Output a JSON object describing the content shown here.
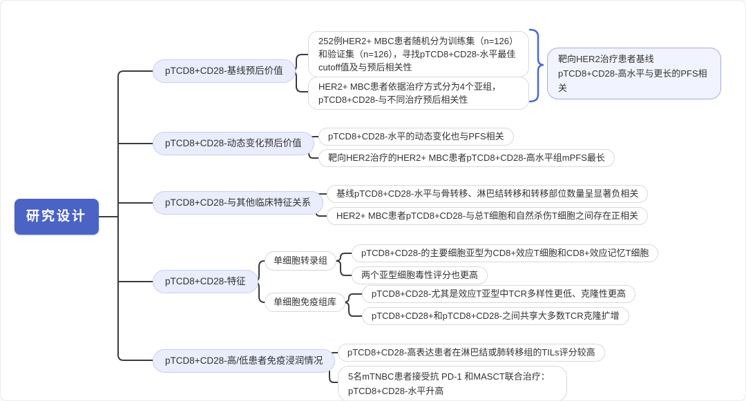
{
  "mindmap": {
    "root_label": "研究设计",
    "branches": [
      {
        "label": "pTCD8+CD28-基线预后价值",
        "children": [
          {
            "label": "252例HER2+ MBC患者随机分为训练集（n=126）和验证集（n=126），寻找pTCD8+CD28-水平最佳cutoff值及与预后相关性"
          },
          {
            "label": "HER2+ MBC患者依据治疗方式分为4个亚组，pTCD8+CD28-与不同治疗预后相关性"
          }
        ],
        "summary": "靶向HER2治疗患者基线pTCD8+CD28-高水平与更长的PFS相关"
      },
      {
        "label": "pTCD8+CD28-动态变化预后价值",
        "children": [
          {
            "label": "pTCD8+CD28-水平的动态变化也与PFS相关"
          },
          {
            "label": "靶向HER2治疗的HER2+ MBC患者pTCD8+CD28-高水平组mPFS最长"
          }
        ]
      },
      {
        "label": "pTCD8+CD28-与其他临床特征关系",
        "children": [
          {
            "label": "基线pTCD8+CD28-水平与骨转移、淋巴结转移和转移部位数量呈显著负相关"
          },
          {
            "label": "HER2+ MBC患者pTCD8+CD28-与总T细胞和自然杀伤T细胞之间存在正相关"
          }
        ]
      },
      {
        "label": "pTCD8+CD28-特征",
        "children": [
          {
            "label": "单细胞转录组",
            "children": [
              {
                "label": "pTCD8+CD28-的主要细胞亚型为CD8+效应T细胞和CD8+效应记忆T细胞"
              },
              {
                "label": "两个亚型细胞毒性评分也更高"
              }
            ]
          },
          {
            "label": "单细胞免疫组库",
            "children": [
              {
                "label": "pTCD8+CD28-尤其是效应T亚型中TCR多样性更低、克隆性更高"
              },
              {
                "label": "pTCD8+CD28+和pTCD8+CD28-之间共享大多数TCR克隆扩增"
              }
            ]
          }
        ]
      },
      {
        "label": "pTCD8+CD28-高/低患者免疫浸润情况",
        "children": [
          {
            "label": "pTCD8+CD28-高表达患者在淋巴结或肺转移组的TILs评分较高"
          },
          {
            "label": "5名mTNBC患者接受抗 PD-1 和MASCT联合治疗：pTCD8+CD28-水平升高"
          }
        ]
      }
    ],
    "colors": {
      "root_bg": "#4B63C4",
      "branch_bg": "#E9EDFC",
      "branch_border": "#C7CEF5",
      "summary_bg": "#F1F4FE",
      "summary_border": "#9EABEC",
      "connector": "#3A3A3A",
      "brace": "#4A67D6"
    }
  }
}
